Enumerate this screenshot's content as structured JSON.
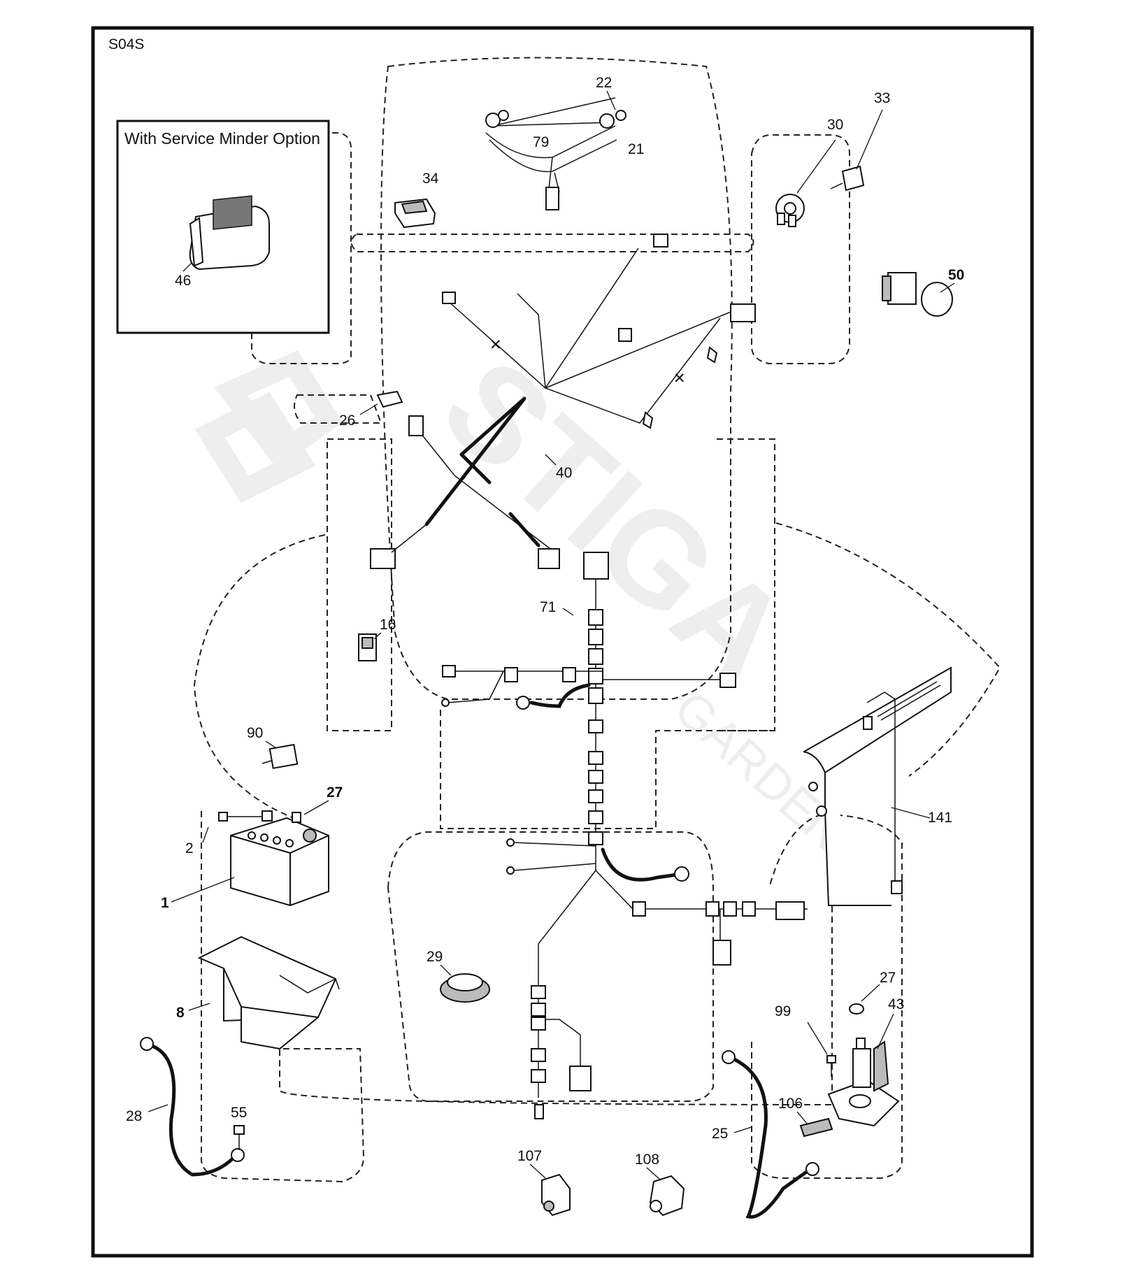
{
  "diagram_code": "S04S",
  "inset": {
    "title": "With Service Minder Option",
    "part": "46"
  },
  "watermark": {
    "brand": "STIGA",
    "sub": "GARDEN"
  },
  "callouts": {
    "c1": "1",
    "c2": "2",
    "c8": "8",
    "c16": "16",
    "c21": "21",
    "c22": "22",
    "c25": "25",
    "c26": "26",
    "c27a": "27",
    "c27b": "27",
    "c28": "28",
    "c29": "29",
    "c30": "30",
    "c33": "33",
    "c34": "34",
    "c40": "40",
    "c43": "43",
    "c50": "50",
    "c55": "55",
    "c71": "71",
    "c79": "79",
    "c90": "90",
    "c99": "99",
    "c106": "106",
    "c107": "107",
    "c108": "108",
    "c141": "141"
  }
}
